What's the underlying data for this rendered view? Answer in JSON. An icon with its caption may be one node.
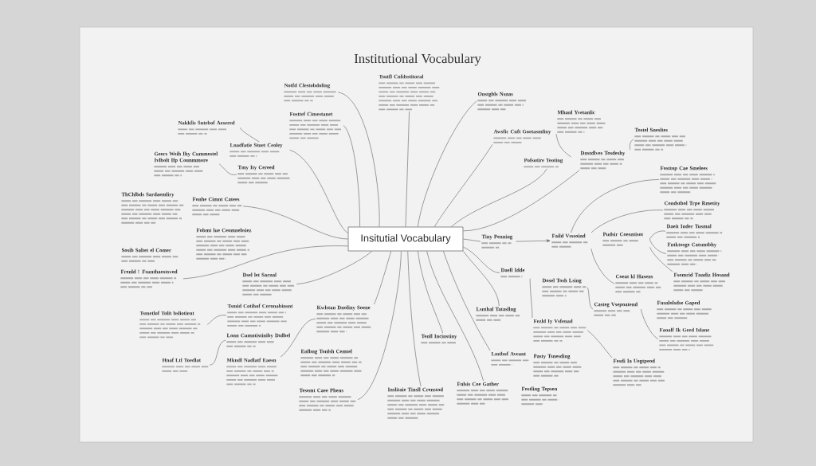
{
  "diagram": {
    "title": "Institutional Vocabulary",
    "nodes": [
      {
        "text": [
          "Insitutial Vocabulary"
        ]
      },
      {
        "text": [
          "Tsutfl Cnfdsstitoral"
        ]
      },
      {
        "text": [
          "Notfd Clestobdoling"
        ]
      },
      {
        "text": [
          "Onstgbls Nsnas"
        ]
      },
      {
        "text": [
          "Mhanl Yvetanlic"
        ]
      },
      {
        "text": [
          "Fosttef Cimestanet"
        ]
      },
      {
        "text": [
          "Nakkfis Sntebof Aesered"
        ]
      },
      {
        "text": [
          "Tostel Snesltes"
        ]
      },
      {
        "text": [
          "Awsfic Cnft Goetasmliny"
        ]
      },
      {
        "text": [
          "Lnadfatie Stuet Ceoley"
        ]
      },
      {
        "text": [
          "Dnstdlves Tosdeshy"
        ]
      },
      {
        "text": [
          "Geers Weih Ihy Cummestel Ivlbolt Ifp Counmmore"
        ]
      },
      {
        "text": [
          "Pofsotire Teoting"
        ]
      },
      {
        "text": [
          "Tmy Ity Cereed"
        ]
      },
      {
        "text": [
          "Fosttop Cae Smelees"
        ]
      },
      {
        "text": [
          "ThChlbds Sardaemliry"
        ]
      },
      {
        "text": [
          "Fonhe Cimnt Catees"
        ]
      },
      {
        "text": [
          "Condstbol Trpe Rmetity"
        ]
      },
      {
        "text": [
          "Fobmt lue Ceomnebsiez"
        ]
      },
      {
        "text": [
          "Pudsir Coesntisot"
        ]
      },
      {
        "text": [
          "Daeit Inder Tusmal"
        ]
      },
      {
        "text": [
          "Faild Vsssoind"
        ]
      },
      {
        "text": [
          "Tiny Penning"
        ]
      },
      {
        "text": [
          "Fntktosge Catsmtbhy"
        ]
      },
      {
        "text": [
          "Sosib Saltet el Comer"
        ]
      },
      {
        "text": [
          "Daell Idde"
        ]
      },
      {
        "text": [
          "Frenld ! Fsunthaostsvod"
        ]
      },
      {
        "text": [
          "Dsel let Sarnal"
        ]
      },
      {
        "text": [
          "Fsomrid Tnadiz Hosand"
        ]
      },
      {
        "text": [
          "Coeat kl Hasens"
        ]
      },
      {
        "text": [
          "Dosel Tosh Lsing"
        ]
      },
      {
        "text": [
          "Fnsnlolsdse Gaped"
        ]
      },
      {
        "text": [
          "Casteg Vsepoatend"
        ]
      },
      {
        "text": [
          "Tsmid Cotihof Ceronabinsnt"
        ]
      },
      {
        "text": [
          "Kwlstan Dnoliny Soene"
        ]
      },
      {
        "text": [
          "Lsnthal Tatasllng"
        ]
      },
      {
        "text": [
          "Tsmetlof Tolit bsliotient"
        ]
      },
      {
        "text": [
          "Fezld Iy Vsfenad"
        ]
      },
      {
        "text": [
          "Faoalf Ik Geed Islane"
        ]
      },
      {
        "text": [
          "Lonn Cumntistiniby Dtdbel"
        ]
      },
      {
        "text": [
          "Tenll Incinstiny"
        ]
      },
      {
        "text": [
          "Enlbng Tonlsh Cemtel"
        ]
      },
      {
        "text": [
          "Lmtbof Aveant"
        ]
      },
      {
        "text": [
          "Pasty Tsnesding"
        ]
      },
      {
        "text": [
          "Hnaf Ltl Toedlat"
        ]
      },
      {
        "text": [
          "Mkndl Nadlatf Eaesn"
        ]
      },
      {
        "text": [
          "Fesdi Ia Uegtpeod"
        ]
      },
      {
        "text": [
          "Fnlsis Coe Gather"
        ]
      },
      {
        "text": [
          "Fostling Tepsen"
        ]
      },
      {
        "text": [
          "Inslitaie Tinsll Crenstod"
        ]
      },
      {
        "text": [
          "Tesemt Caee Phens"
        ]
      }
    ],
    "edges": [
      {
        "from": 2,
        "to": 0,
        "arrow": "none"
      },
      {
        "from": 5,
        "to": 0,
        "arrow": "none"
      },
      {
        "from": 6,
        "to": 9,
        "arrow": "none"
      },
      {
        "from": 9,
        "to": 0,
        "arrow": "none"
      },
      {
        "from": 11,
        "to": 13,
        "arrow": "none"
      },
      {
        "from": 16,
        "to": 0,
        "arrow": "none"
      },
      {
        "from": 26,
        "to": 0,
        "arrow": "none"
      },
      {
        "from": 27,
        "to": 0,
        "arrow": "none"
      },
      {
        "from": 36,
        "to": 33,
        "arrow": "none"
      },
      {
        "from": 44,
        "to": 39,
        "arrow": "none"
      },
      {
        "from": 45,
        "to": 34,
        "arrow": "none"
      },
      {
        "from": 34,
        "to": 0,
        "arrow": "none"
      },
      {
        "from": 50,
        "to": 0,
        "arrow": "none"
      },
      {
        "from": 0,
        "to": 49,
        "arrow": "none"
      },
      {
        "from": 0,
        "to": 40,
        "arrow": "none"
      },
      {
        "from": 0,
        "to": 47,
        "arrow": "none"
      },
      {
        "from": 0,
        "to": 42,
        "arrow": "none"
      },
      {
        "from": 0,
        "to": 35,
        "arrow": "none"
      },
      {
        "from": 0,
        "to": 25,
        "arrow": "none"
      },
      {
        "from": 25,
        "to": 37,
        "arrow": "none"
      },
      {
        "from": 0,
        "to": 22,
        "arrow": "none"
      },
      {
        "from": 22,
        "to": 21,
        "arrow": "to"
      },
      {
        "from": 21,
        "to": 14,
        "arrow": "none"
      },
      {
        "from": 21,
        "to": 17,
        "arrow": "none"
      },
      {
        "from": 21,
        "to": 29,
        "arrow": "none"
      },
      {
        "from": 19,
        "to": 20,
        "arrow": "none"
      },
      {
        "from": 19,
        "to": 23,
        "arrow": "none"
      },
      {
        "from": 19,
        "to": 28,
        "arrow": "none"
      },
      {
        "from": 30,
        "to": 32,
        "arrow": "none"
      },
      {
        "from": 37,
        "to": 46,
        "arrow": "none"
      },
      {
        "from": 32,
        "to": 38,
        "arrow": "none"
      },
      {
        "from": 4,
        "to": 12,
        "arrow": "none"
      },
      {
        "from": 12,
        "to": 0,
        "arrow": "none"
      },
      {
        "from": 10,
        "to": 0,
        "arrow": "none"
      },
      {
        "from": 10,
        "to": 7,
        "arrow": "none"
      },
      {
        "from": 8,
        "to": 0,
        "arrow": "none"
      },
      {
        "from": 3,
        "to": 0,
        "arrow": "none"
      },
      {
        "from": 1,
        "to": 0,
        "arrow": "none"
      }
    ]
  }
}
